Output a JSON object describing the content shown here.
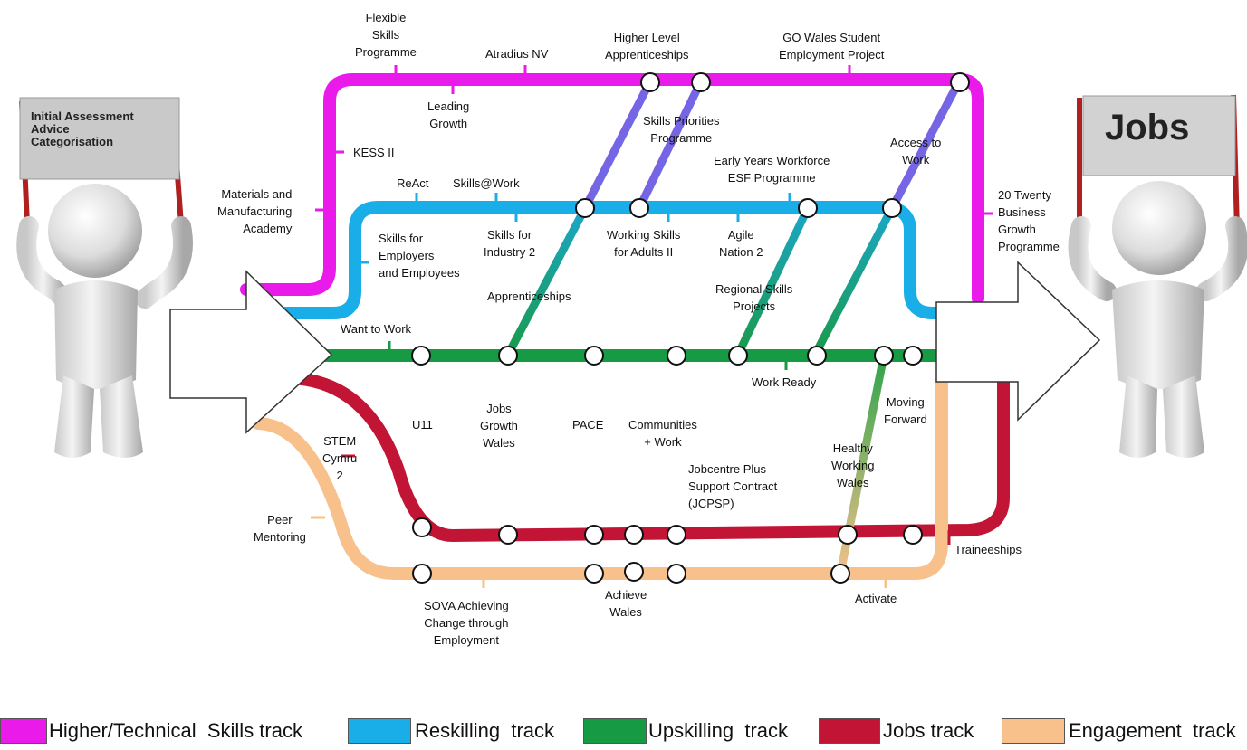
{
  "colors": {
    "higher": "#ea1bea",
    "reskill": "#1aaee8",
    "upskill": "#169a43",
    "jobs": "#c21434",
    "engage": "#f8c08a"
  },
  "signs": {
    "left": "Initial Assessment\nAdvice\nCategorisation",
    "right": "Jobs"
  },
  "labels": {
    "flexible": "Flexible\nSkills\nProgramme",
    "atradius": "Atradius NV",
    "higher_level": "Higher Level\nApprenticeships",
    "go_wales": "GO Wales Student\nEmployment Project",
    "leading": "Leading\nGrowth",
    "skills_priorities": "Skills Priorities\nProgramme",
    "kess": "KESS II",
    "access": "Access to\nWork",
    "early_years": "Early Years Workforce\nESF Programme",
    "materials": "Materials and\nManufacturing\nAcademy",
    "react": "ReAct",
    "skills_work": "Skills@Work",
    "twenty": "20 Twenty\nBusiness\nGrowth\nProgramme",
    "skills_emp": "Skills for\nEmployers\nand Employees",
    "skills_ind": "Skills for\nIndustry 2",
    "working_skills": "Working Skills\nfor Adults II",
    "agile": "Agile\nNation 2",
    "apprenticeships": "Apprenticeships",
    "regional": "Regional Skills\nProjects",
    "want": "Want to Work",
    "work_ready": "Work Ready",
    "moving": "Moving\nForward",
    "u11": "U11",
    "jobs_growth": "Jobs\nGrowth\nWales",
    "pace": "PACE",
    "communities": "Communities\n+ Work",
    "healthy": "Healthy\nWorking\nWales",
    "stem": "STEM\nCymru\n2",
    "jcpsp": "Jobcentre Plus\nSupport Contract\n(JCPSP)",
    "peer": "Peer\nMentoring",
    "traineeships": "Traineeships",
    "achieve": "Achieve\nWales",
    "activate": "Activate",
    "sova": "SOVA Achieving\nChange through\nEmployment"
  },
  "legend": [
    {
      "label": "Higher/Technical  Skills track",
      "color": "#ea1bea"
    },
    {
      "label": "Reskilling  track",
      "color": "#1aaee8"
    },
    {
      "label": "Upskilling  track",
      "color": "#169a43"
    },
    {
      "label": "Jobs track",
      "color": "#c21434"
    },
    {
      "label": "Engagement  track",
      "color": "#f8c08a"
    }
  ]
}
